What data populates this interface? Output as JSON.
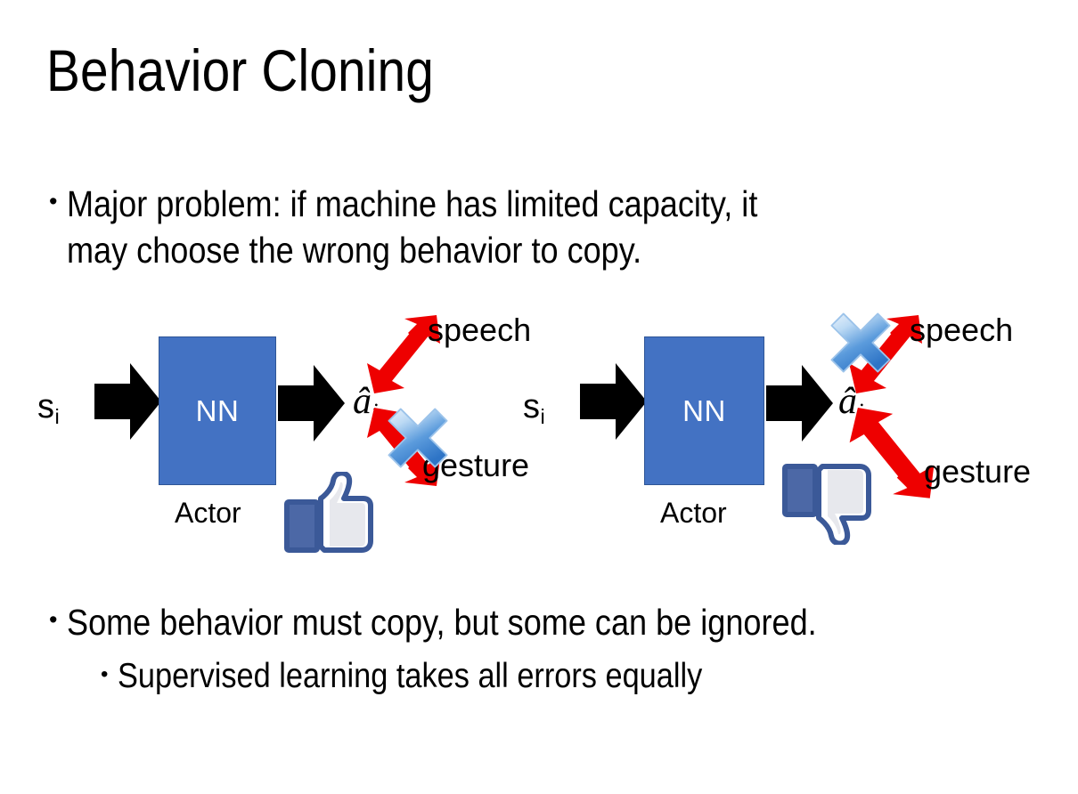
{
  "slide": {
    "title": "Behavior Cloning",
    "background_color": "#FFFFFF",
    "text_color": "#000000"
  },
  "bullets": {
    "top": {
      "marker": "•",
      "text_line1": "Major problem: if machine has limited capacity, it",
      "text_line2": "may choose the wrong behavior to copy."
    },
    "bottom_level1": {
      "marker": "•",
      "text": "Some behavior must copy, but some can be ignored."
    },
    "bottom_level2": {
      "marker": "•",
      "text": "Supervised learning takes all errors equally"
    }
  },
  "diagrams": [
    {
      "id": "left",
      "input_label": "s",
      "input_subscript": "i",
      "network_label": "NN",
      "network_caption": "Actor",
      "output_label": "â",
      "output_subscript": "i",
      "branch_top_label": "speech",
      "branch_bottom_label": "gesture",
      "crossed_branch": "gesture",
      "feedback_icon": "thumbs-up-icon",
      "feedback_sentiment": "positive"
    },
    {
      "id": "right",
      "input_label": "s",
      "input_subscript": "i",
      "network_label": "NN",
      "network_caption": "Actor",
      "output_label": "â",
      "output_subscript": "i",
      "branch_top_label": "speech",
      "branch_bottom_label": "gesture",
      "crossed_branch": "speech",
      "feedback_icon": "thumbs-down-icon",
      "feedback_sentiment": "negative"
    }
  ],
  "colors": {
    "network_box_fill": "#4372C3",
    "network_box_border": "#2E5596",
    "network_label_text": "#FFFFFF",
    "branch_arrow": "#EE0000",
    "cross_mark_light": "#CFE2F7",
    "cross_mark_dark": "#2E74C6",
    "thumb_outline": "#3B5998",
    "thumb_fill": "#FFFFFF",
    "thumb_cuff": "#4C68A6",
    "block_arrow": "#000000"
  }
}
